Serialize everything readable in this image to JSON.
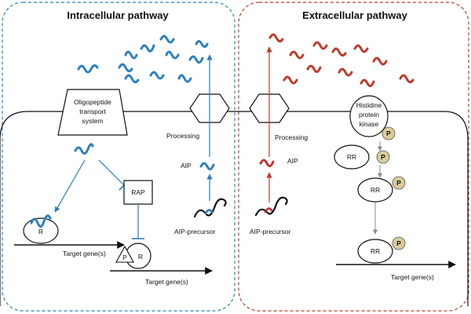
{
  "panels": {
    "intracellular_title": "Intracellular pathway",
    "extracellular_title": "Extracellular pathway"
  },
  "labels": {
    "transport_line1": "Oligopeptide",
    "transport_line2": "transport",
    "transport_line3": "system",
    "rap": "RAP",
    "r": "R",
    "p": "P",
    "target_genes": "Target gene(s)",
    "processing": "Processing",
    "aip": "AIP",
    "aip_precursor": "AIP-precursor",
    "hpk_line1": "Histidine",
    "hpk_line2": "protein",
    "hpk_line3": "kinase",
    "rr": "RR"
  },
  "colors": {
    "intracellular": "#2a7fc0",
    "extracellular": "#c0392b",
    "phospho": "#d9cc9a"
  }
}
